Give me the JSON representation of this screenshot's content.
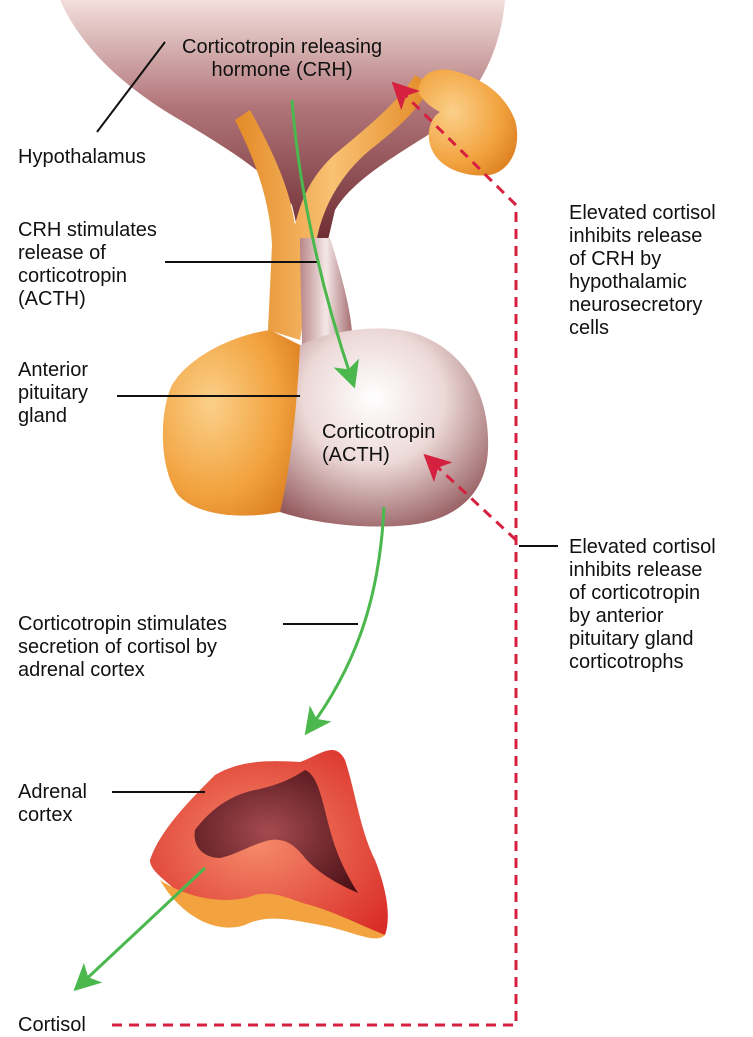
{
  "labels": {
    "crh": [
      "Corticotropin releasing",
      "hormone (CRH)"
    ],
    "hypothalamus": [
      "Hypothalamus"
    ],
    "crh_stimulates": [
      "CRH stimulates",
      "release of",
      "corticotropin",
      "(ACTH)"
    ],
    "anterior_pituitary": [
      "Anterior",
      "pituitary",
      "gland"
    ],
    "acth": [
      "Corticotropin",
      "(ACTH)"
    ],
    "acth_stimulates": [
      "Corticotropin stimulates",
      "secretion of cortisol by",
      "adrenal cortex"
    ],
    "adrenal_cortex": [
      "Adrenal",
      "cortex"
    ],
    "cortisol": [
      "Cortisol"
    ],
    "inhibit_crh": [
      "Elevated cortisol",
      "inhibits release",
      "of CRH by",
      "hypothalamic",
      "neurosecretory",
      "cells"
    ],
    "inhibit_acth": [
      "Elevated cortisol",
      "inhibits release",
      "of corticotropin",
      "by anterior",
      "pituitary gland",
      "corticotrophs"
    ]
  },
  "colors": {
    "stimulation_arrow": "#4bb84d",
    "inhibition_feedback": "#d6203f",
    "hypothalamus_tissue": "#8e4f52",
    "neural_tract": "#f0a640",
    "pituitary_lobe": "#ead7d5",
    "adrenal_outer": "#e8453a",
    "adrenal_inner": "#5e1a20"
  }
}
